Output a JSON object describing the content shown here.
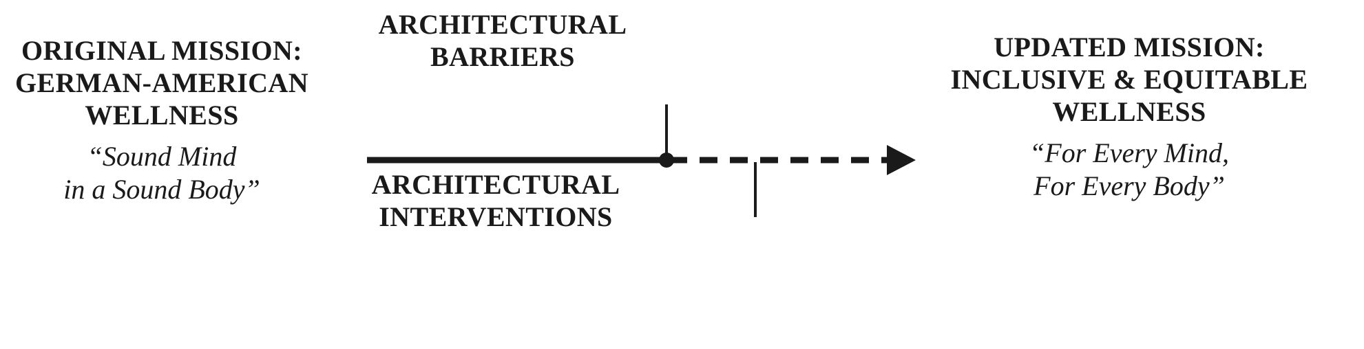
{
  "diagram": {
    "title_left": "ORIGINAL MISSION:",
    "left": {
      "heading_line1": "ORIGINAL MISSION:",
      "heading_line2": "GERMAN-AMERICAN",
      "heading_line3": "WELLNESS",
      "quote_line1": "“Sound Mind",
      "quote_line2": "in a Sound Body”"
    },
    "center_top": {
      "label_line1": "ARCHITECTURAL",
      "label_line2": "BARRIERS"
    },
    "center_bottom": {
      "label_line1": "ARCHITECTURAL",
      "label_line2": "INTERVENTIONS"
    },
    "right": {
      "heading_line1": "UPDATED MISSION:",
      "heading_line2": "INCLUSIVE & EQUITABLE",
      "heading_line3": "WELLNESS",
      "quote_line1": "“For Every Mind,",
      "quote_line2": "For Every Body”"
    },
    "colors": {
      "ink": "#1a1a1a",
      "background": "#ffffff"
    },
    "connector": {
      "solid_segment_label": "solid-arrow-shaft",
      "dashed_segment_label": "dashed-arrow-shaft",
      "node_label": "transition-node-dot",
      "arrowhead_label": "arrowhead",
      "leader_top_label": "barriers-leader-line",
      "leader_bottom_label": "interventions-leader-line"
    }
  }
}
